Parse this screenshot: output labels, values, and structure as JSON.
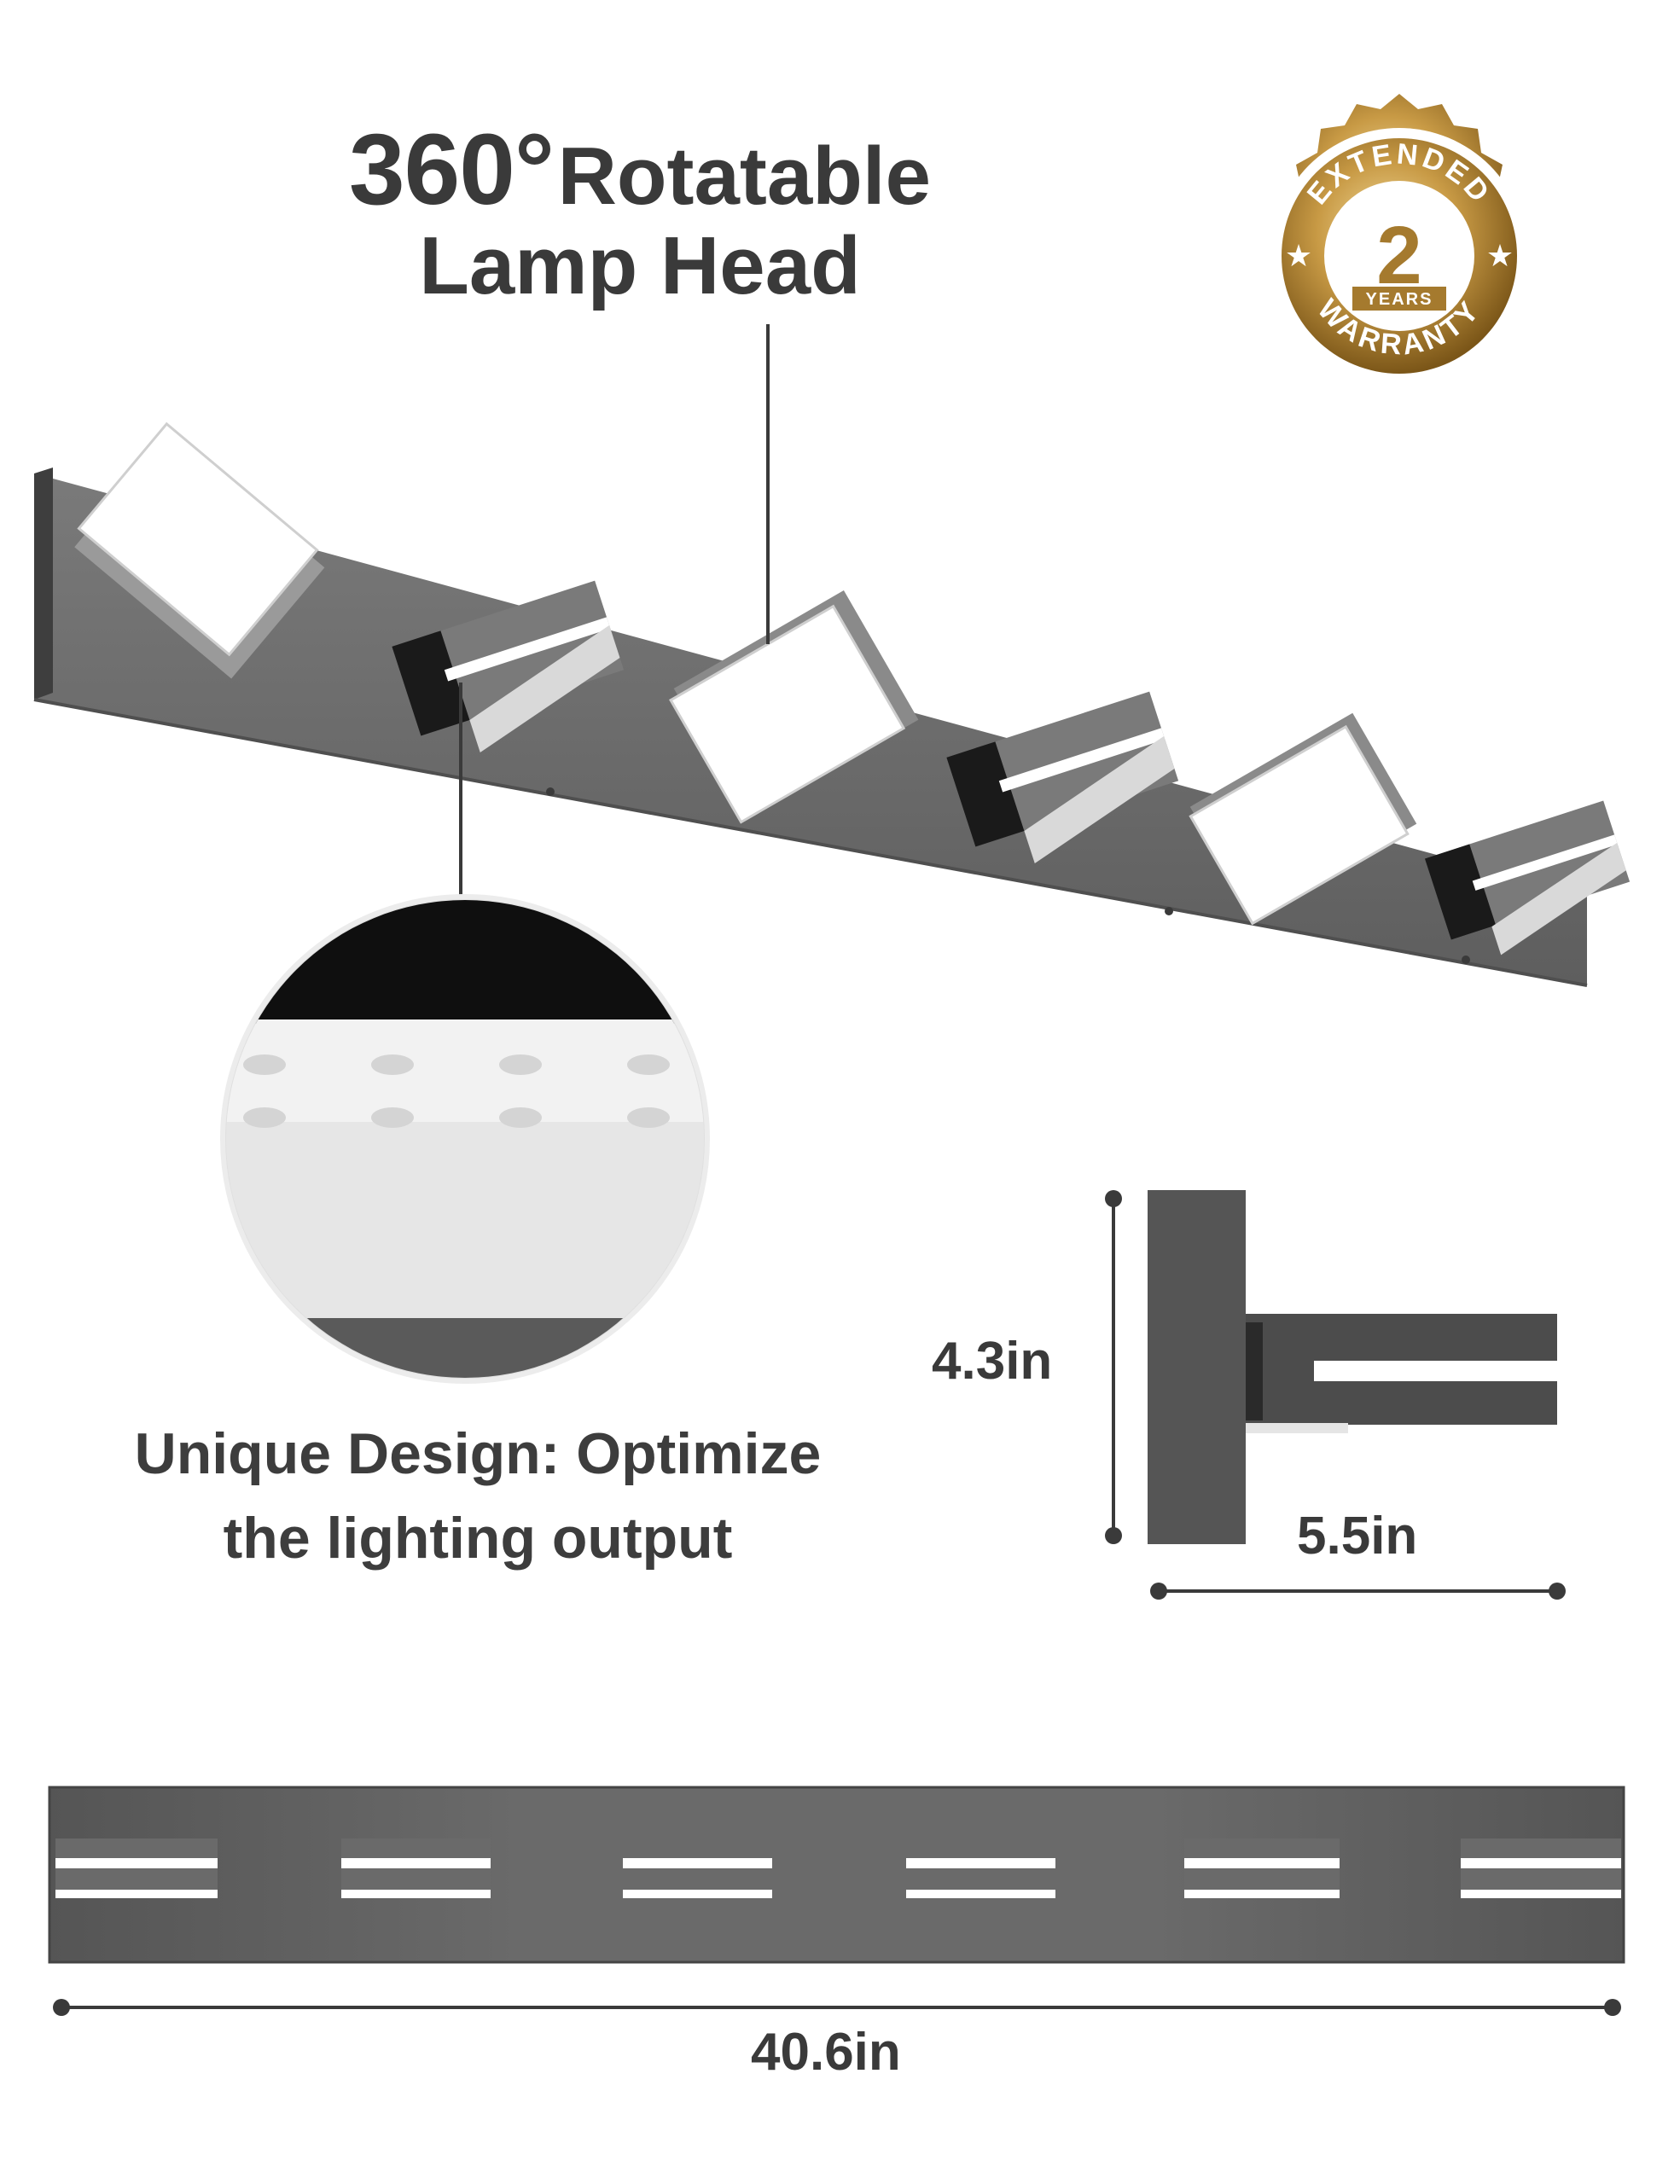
{
  "headline": {
    "degrees": "360°",
    "line1_rest": "Rotatable",
    "line2": "Lamp Head"
  },
  "badge": {
    "top_text": "EXTENDED",
    "number": "2",
    "years": "YEARS",
    "bottom_text": "WARRANTY",
    "colors": {
      "gold": "#b8893a",
      "gold_dark": "#7d5a1f",
      "gold_light": "#e2c27a"
    }
  },
  "caption": {
    "line1": "Unique Design: Optimize",
    "line2": "the lighting output"
  },
  "dimensions": {
    "height": "4.3in",
    "depth": "5.5in",
    "length": "40.6in"
  },
  "colors": {
    "bar": "#6c6c6c",
    "bar_dark": "#4a4a4a",
    "head_dark": "#1a1a1a",
    "lens": "#ffffff",
    "text": "#3a3a3a"
  }
}
